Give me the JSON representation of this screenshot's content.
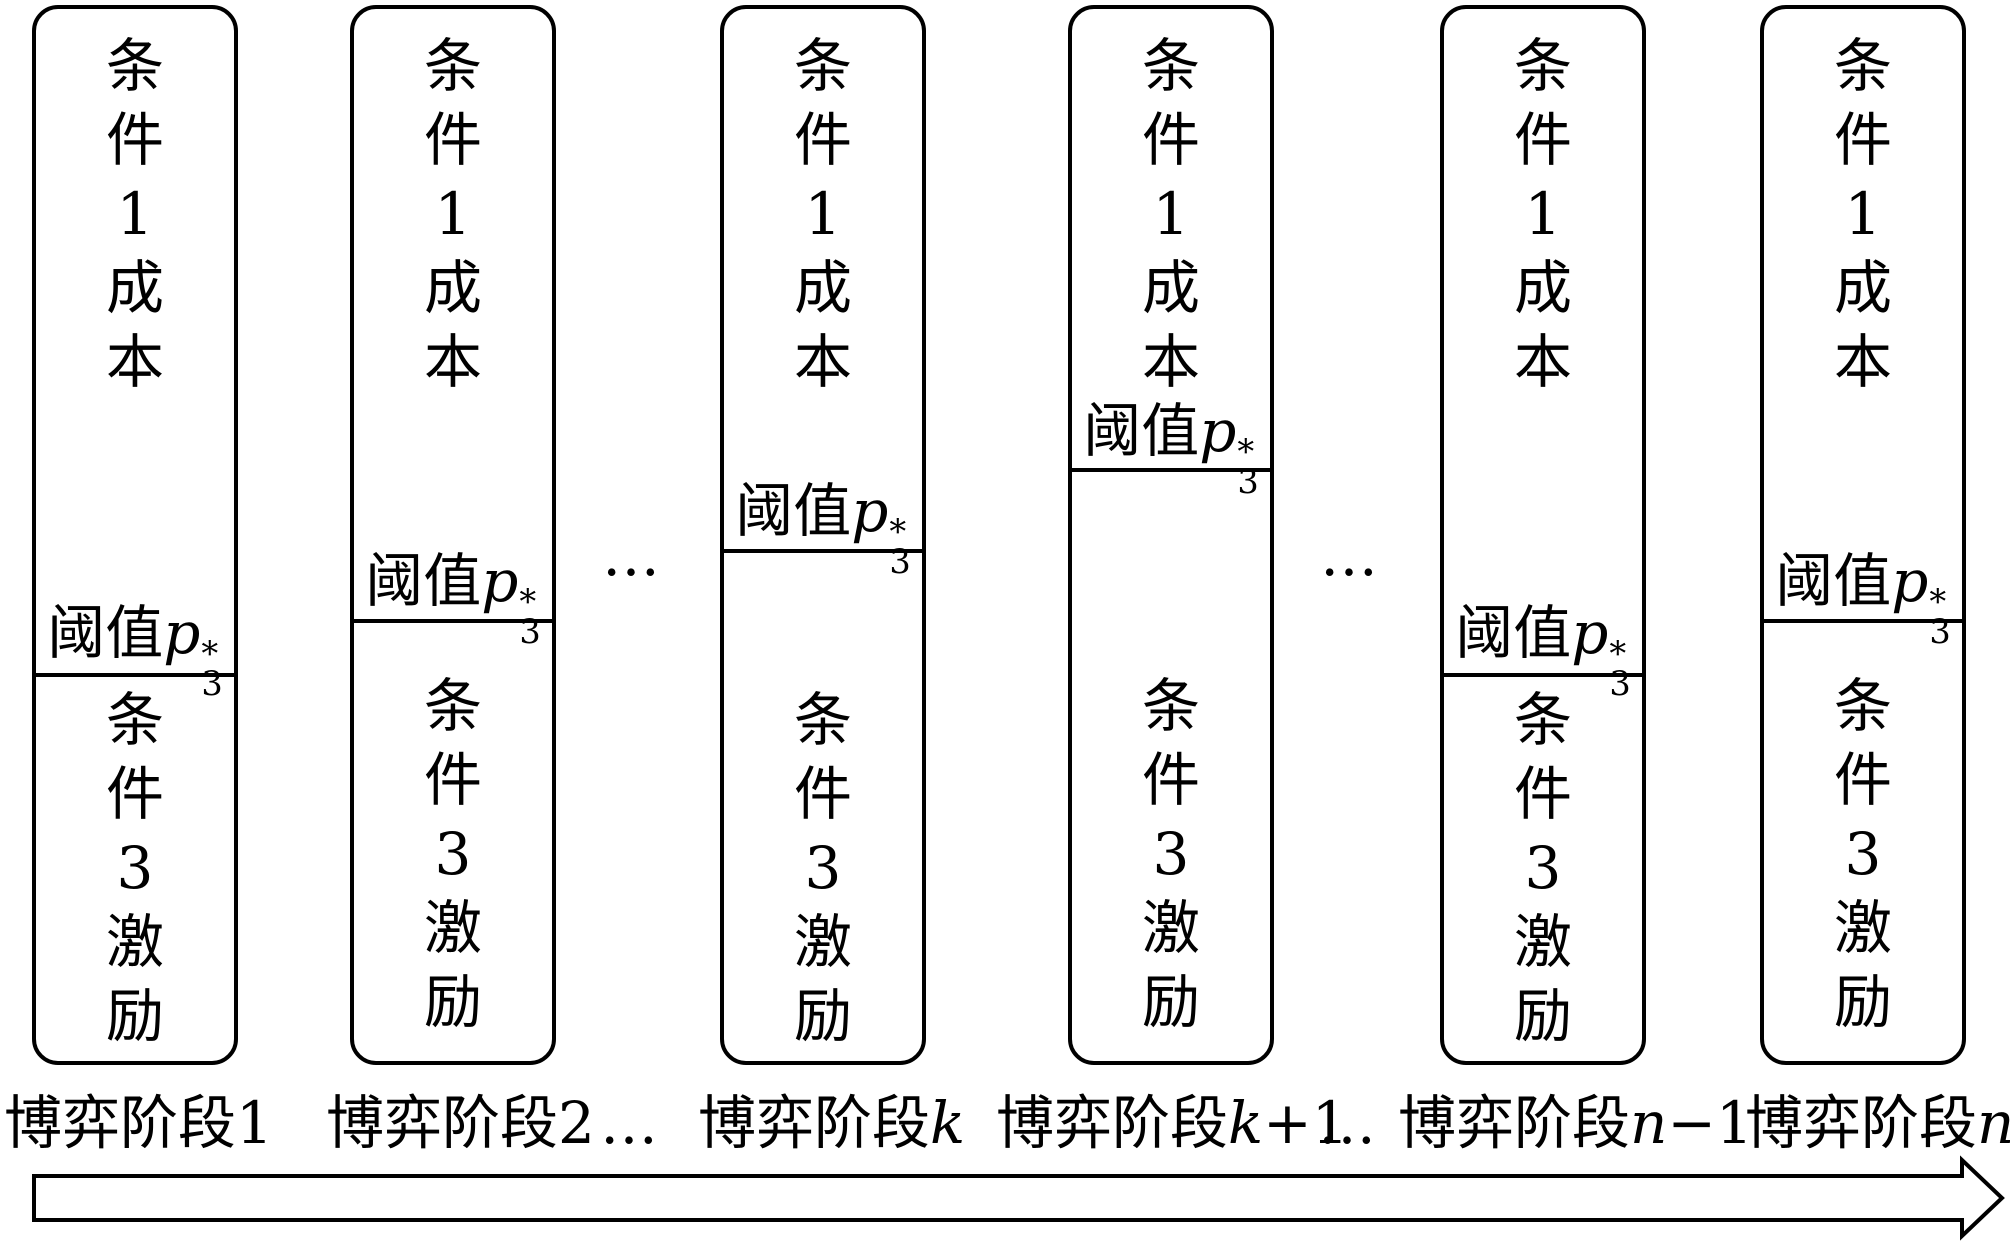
{
  "boxes": [
    {
      "top_chars": [
        "条",
        "件",
        "1",
        "成",
        "本"
      ],
      "threshold_prefix": "阈值",
      "threshold_var": "p",
      "threshold_sup": "*",
      "threshold_sub": "3",
      "bottom_chars": [
        "条",
        "件",
        "3",
        "激",
        "励"
      ]
    },
    {
      "top_chars": [
        "条",
        "件",
        "1",
        "成",
        "本"
      ],
      "threshold_prefix": "阈值",
      "threshold_var": "p",
      "threshold_sup": "*",
      "threshold_sub": "3",
      "bottom_chars": [
        "条",
        "件",
        "3",
        "激",
        "励"
      ]
    },
    {
      "top_chars": [
        "条",
        "件",
        "1",
        "成",
        "本"
      ],
      "threshold_prefix": "阈值",
      "threshold_var": "p",
      "threshold_sup": "*",
      "threshold_sub": "3",
      "bottom_chars": [
        "条",
        "件",
        "3",
        "激",
        "励"
      ]
    },
    {
      "top_chars": [
        "条",
        "件",
        "1",
        "成",
        "本"
      ],
      "threshold_prefix": "阈值",
      "threshold_var": "p",
      "threshold_sup": "*",
      "threshold_sub": "3",
      "bottom_chars": [
        "条",
        "件",
        "3",
        "激",
        "励"
      ]
    },
    {
      "top_chars": [
        "条",
        "件",
        "1",
        "成",
        "本"
      ],
      "threshold_prefix": "阈值",
      "threshold_var": "p",
      "threshold_sup": "*",
      "threshold_sub": "3",
      "bottom_chars": [
        "条",
        "件",
        "3",
        "激",
        "励"
      ]
    },
    {
      "top_chars": [
        "条",
        "件",
        "1",
        "成",
        "本"
      ],
      "threshold_prefix": "阈值",
      "threshold_var": "p",
      "threshold_sup": "*",
      "threshold_sub": "3",
      "bottom_chars": [
        "条",
        "件",
        "3",
        "激",
        "励"
      ]
    }
  ],
  "ellipsis": "…",
  "stages": [
    {
      "prefix": "博弈阶段",
      "var": "",
      "suffix": "1"
    },
    {
      "prefix": "博弈阶段",
      "var": "",
      "suffix": "2"
    },
    {
      "prefix": "博弈阶段",
      "var": "k",
      "suffix": ""
    },
    {
      "prefix": "博弈阶段",
      "var": "k",
      "suffix": "+1"
    },
    {
      "prefix": "博弈阶段",
      "var": "n",
      "suffix": "−1"
    },
    {
      "prefix": "博弈阶段",
      "var": "n",
      "suffix": ""
    }
  ]
}
